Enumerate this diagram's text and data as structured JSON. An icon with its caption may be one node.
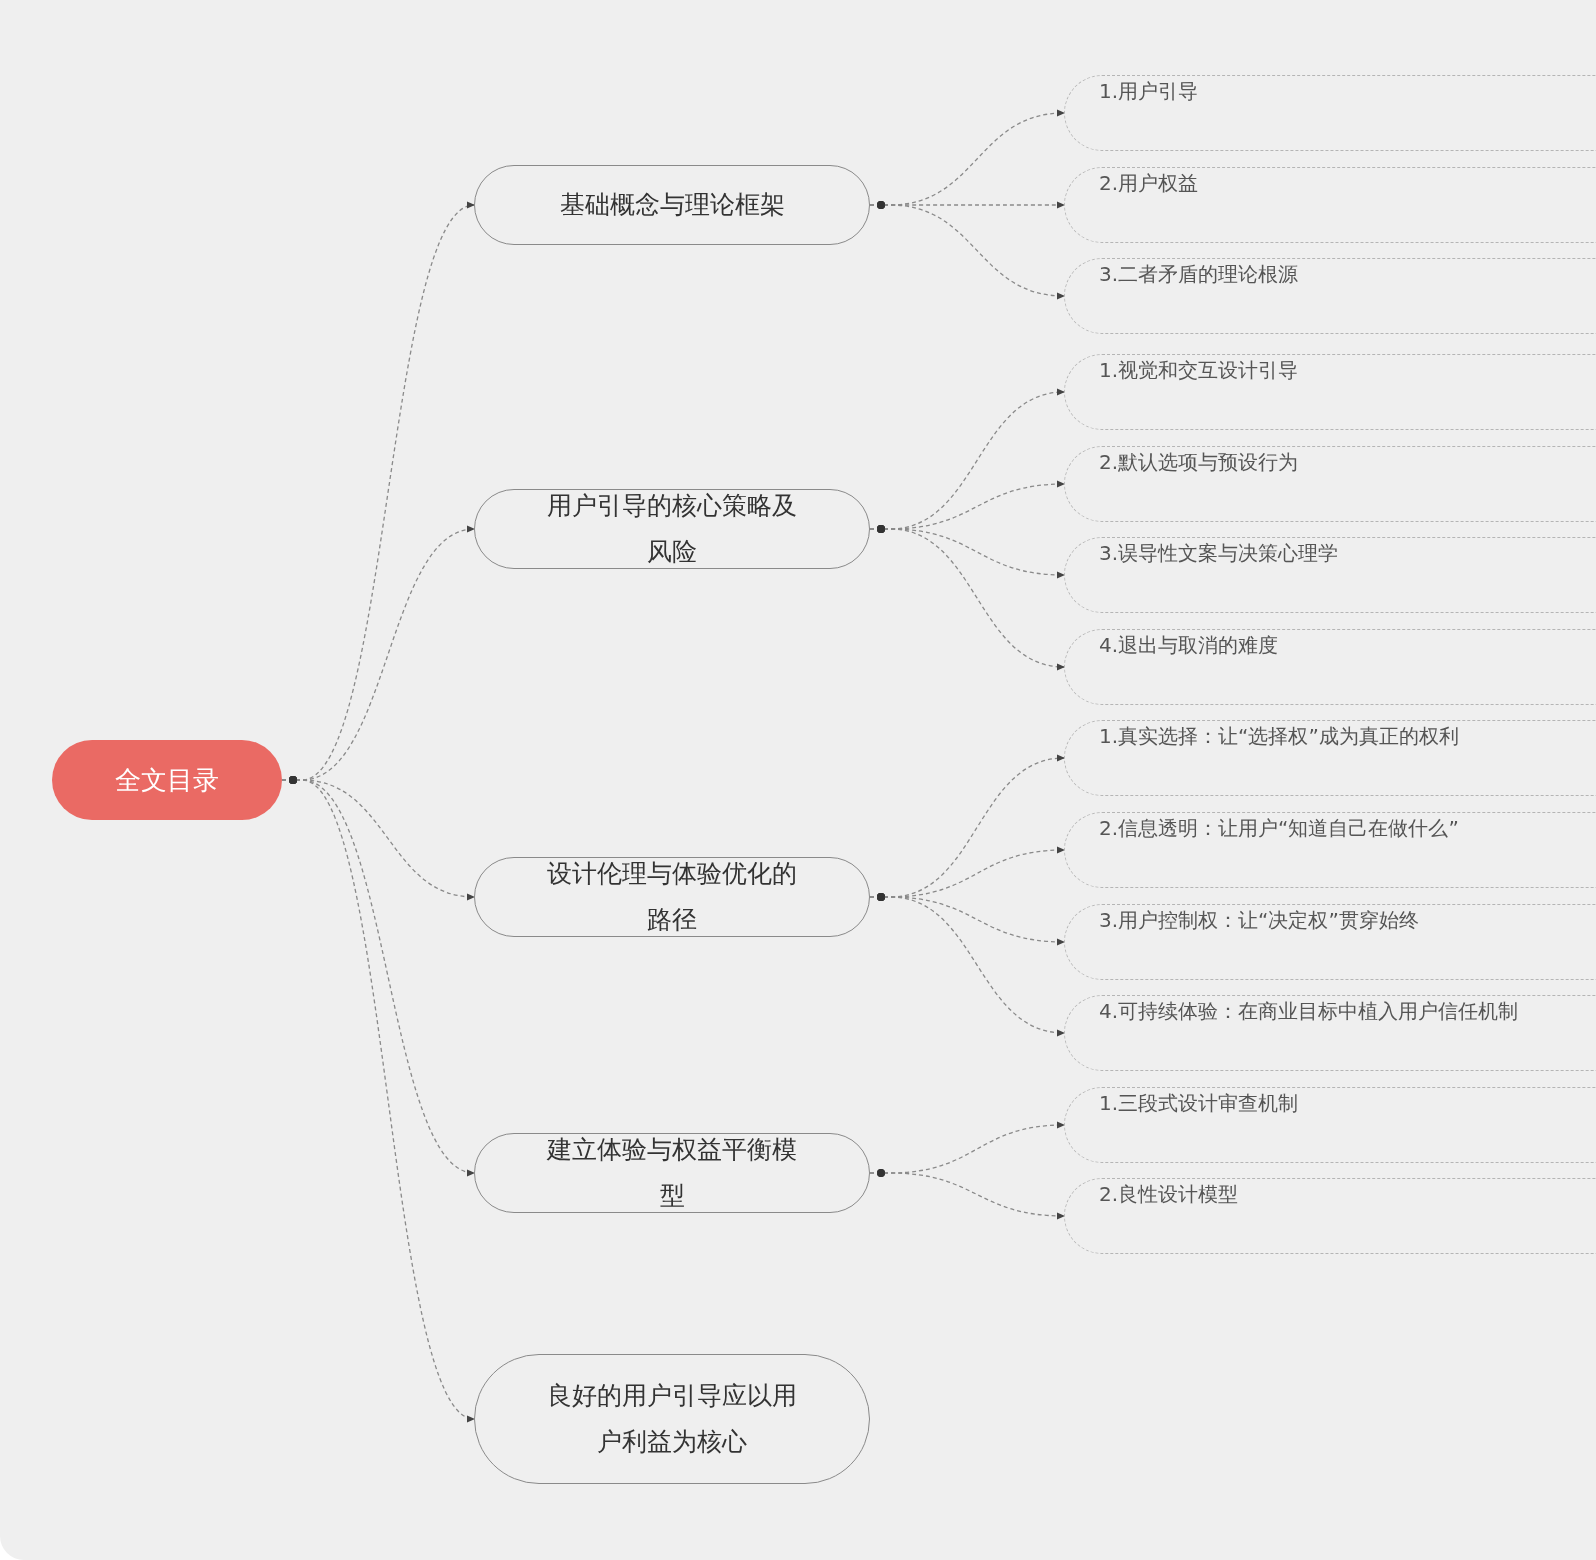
{
  "diagram": {
    "nodes": [
      {
        "text": [
          "全文目录"
        ]
      },
      {
        "text": [
          "基础概念与理论框架"
        ]
      },
      {
        "text": [
          "用户引导的核心策略及风险"
        ]
      },
      {
        "text": [
          "设计伦理与体验优化的路径"
        ]
      },
      {
        "text": [
          "建立体验与权益平衡模型"
        ]
      },
      {
        "text": [
          "良好的用户引导应以用户利益为核心"
        ]
      },
      {
        "text": [
          "1.用户引导"
        ]
      },
      {
        "text": [
          "2.用户权益"
        ]
      },
      {
        "text": [
          "3.二者矛盾的理论根源"
        ]
      },
      {
        "text": [
          "1.视觉和交互设计引导"
        ]
      },
      {
        "text": [
          "2.默认选项与预设行为"
        ]
      },
      {
        "text": [
          "3.误导性文案与决策心理学"
        ]
      },
      {
        "text": [
          "4.退出与取消的难度"
        ]
      },
      {
        "text": [
          "1.真实选择：让“选择权”成为真正的权利"
        ]
      },
      {
        "text": [
          "2.信息透明：让用户“知道自己在做什么”"
        ]
      },
      {
        "text": [
          "3.用户控制权：让“决定权”贯穿始终"
        ]
      },
      {
        "text": [
          "4.可持续体验：在商业目标中植入用户信任机制"
        ]
      },
      {
        "text": [
          "1.三段式设计审查机制"
        ]
      },
      {
        "text": [
          "2.良性设计模型"
        ]
      }
    ],
    "edges": [
      {
        "from": 0,
        "to": 1,
        "arrow": "to"
      },
      {
        "from": 0,
        "to": 2,
        "arrow": "to"
      },
      {
        "from": 0,
        "to": 3,
        "arrow": "to"
      },
      {
        "from": 0,
        "to": 4,
        "arrow": "to"
      },
      {
        "from": 0,
        "to": 5,
        "arrow": "to"
      },
      {
        "from": 1,
        "to": 6,
        "arrow": "to"
      },
      {
        "from": 1,
        "to": 7,
        "arrow": "to"
      },
      {
        "from": 1,
        "to": 8,
        "arrow": "to"
      },
      {
        "from": 2,
        "to": 9,
        "arrow": "to"
      },
      {
        "from": 2,
        "to": 10,
        "arrow": "to"
      },
      {
        "from": 2,
        "to": 11,
        "arrow": "to"
      },
      {
        "from": 2,
        "to": 12,
        "arrow": "to"
      },
      {
        "from": 3,
        "to": 13,
        "arrow": "to"
      },
      {
        "from": 3,
        "to": 14,
        "arrow": "to"
      },
      {
        "from": 3,
        "to": 15,
        "arrow": "to"
      },
      {
        "from": 3,
        "to": 16,
        "arrow": "to"
      },
      {
        "from": 4,
        "to": 17,
        "arrow": "to"
      },
      {
        "from": 4,
        "to": 18,
        "arrow": "to"
      }
    ]
  }
}
